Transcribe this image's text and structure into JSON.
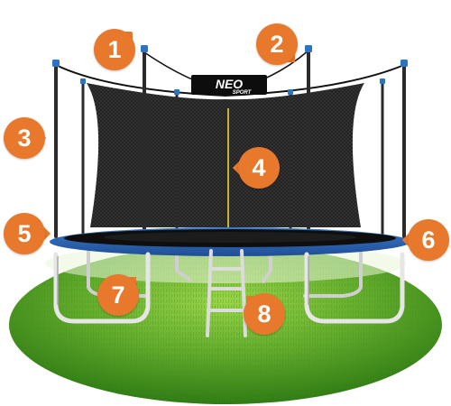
{
  "logo": {
    "line1": "NEO",
    "line2": "SPORT"
  },
  "colors": {
    "frame_pad": "#2a5fb0",
    "net": "#1a1a1a",
    "pole": "#2b2b2b",
    "pole_cap": "#2d73c4",
    "steel": "#d8d8d8",
    "grass_light": "#7cc23a",
    "grass_dark": "#2f7a14",
    "marker": "#e8782c",
    "marker_text": "#ffffff"
  },
  "markers": [
    {
      "label": "1",
      "icon": "marker-pin"
    },
    {
      "label": "2",
      "icon": "marker-pin"
    },
    {
      "label": "3",
      "icon": "marker-pin"
    },
    {
      "label": "4",
      "icon": "marker-pin"
    },
    {
      "label": "5",
      "icon": "marker-pin"
    },
    {
      "label": "6",
      "icon": "marker-pin"
    },
    {
      "label": "7",
      "icon": "marker-pin"
    },
    {
      "label": "8",
      "icon": "marker-pin"
    }
  ]
}
